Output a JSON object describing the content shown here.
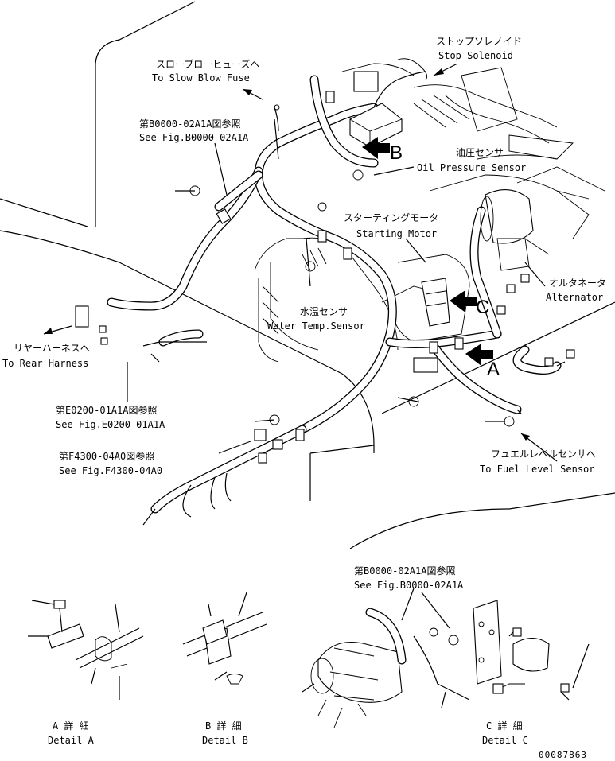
{
  "labels": {
    "stop_solenoid_jp": "ストップソレノイド",
    "stop_solenoid_en": "Stop Solenoid",
    "slow_blow_fuse_jp": "スローブローヒューズへ",
    "slow_blow_fuse_en": "To Slow Blow Fuse",
    "ref_b0000_jp": "第B0000-02A1A図参照",
    "ref_b0000_en": "See Fig.B0000-02A1A",
    "oil_pressure_jp": "油圧センサ",
    "oil_pressure_en": "Oil Pressure Sensor",
    "starting_motor_jp": "スターティングモータ",
    "starting_motor_en": "Starting Motor",
    "alternator_jp": "オルタネータ",
    "alternator_en": "Alternator",
    "water_temp_jp": "水温センサ",
    "water_temp_en": "Water Temp.Sensor",
    "rear_harness_jp": "リヤーハーネスへ",
    "rear_harness_en": "To Rear Harness",
    "ref_e0200_jp": "第E0200-01A1A図参照",
    "ref_e0200_en": "See Fig.E0200-01A1A",
    "ref_f4300_jp": "第F4300-04A0図参照",
    "ref_f4300_en": "See Fig.F4300-04A0",
    "fuel_level_jp": "フュエルレベルセンサへ",
    "fuel_level_en": "To Fuel Level Sensor",
    "ref_b0000_2_jp": "第B0000-02A1A図参照",
    "ref_b0000_2_en": "See Fig.B0000-02A1A",
    "detail_a_jp": "A 詳 細",
    "detail_a_en": "Detail A",
    "detail_b_jp": "B 詳 細",
    "detail_b_en": "Detail B",
    "detail_c_jp": "C 詳 細",
    "detail_c_en": "Detail C"
  },
  "callouts": {
    "a": "A",
    "b": "B",
    "c": "C"
  },
  "drawing_number": "00087863"
}
